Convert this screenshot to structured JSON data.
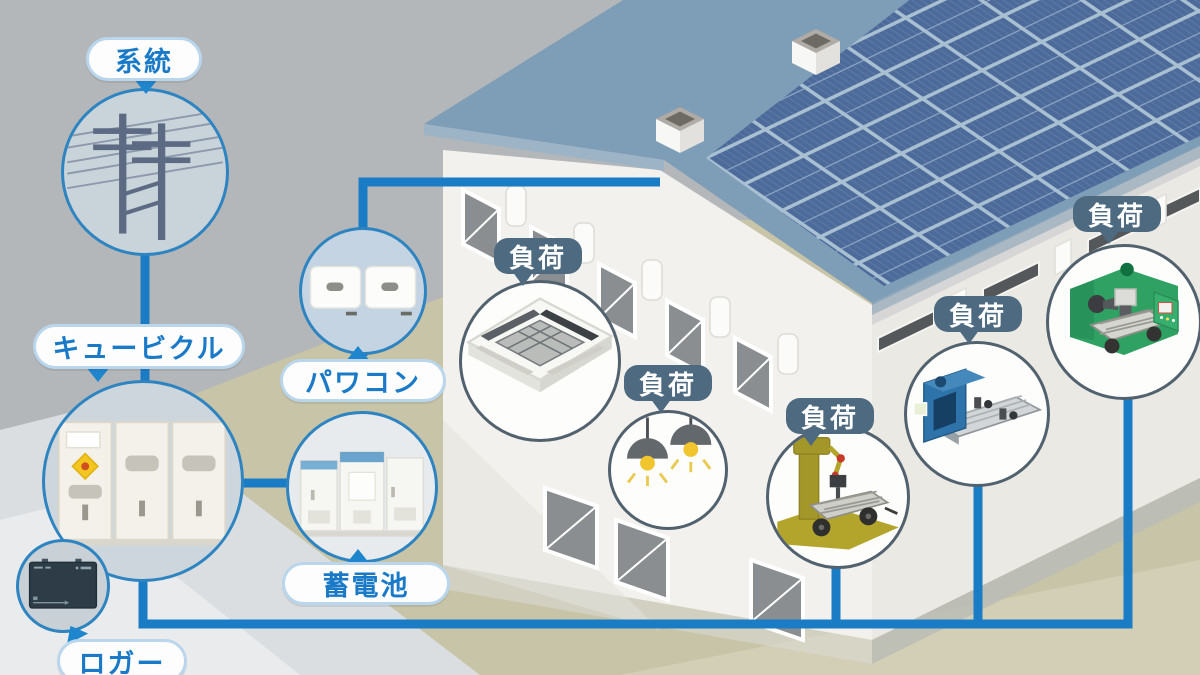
{
  "labels": {
    "grid": "系統",
    "cubicle": "キュービクル",
    "power_conditioner": "パワコン",
    "battery": "蓄電池",
    "logger": "ロガー"
  },
  "loads": [
    {
      "label": "負荷"
    },
    {
      "label": "負荷"
    },
    {
      "label": "負荷"
    },
    {
      "label": "負荷"
    },
    {
      "label": "負荷"
    }
  ],
  "colors": {
    "background_gray": "#b4b7b9",
    "ground_olive": "#c8c4a8",
    "road_gray": "#dbdee0",
    "roof_blue": "#7e9db7",
    "solar_panel_blue": "#4a6794",
    "wall_white": "#f2f1ed",
    "connector_blue": "#1a7cc4",
    "label_text_blue": "#1a7ac8",
    "load_badge_bg": "#4d6a80"
  }
}
